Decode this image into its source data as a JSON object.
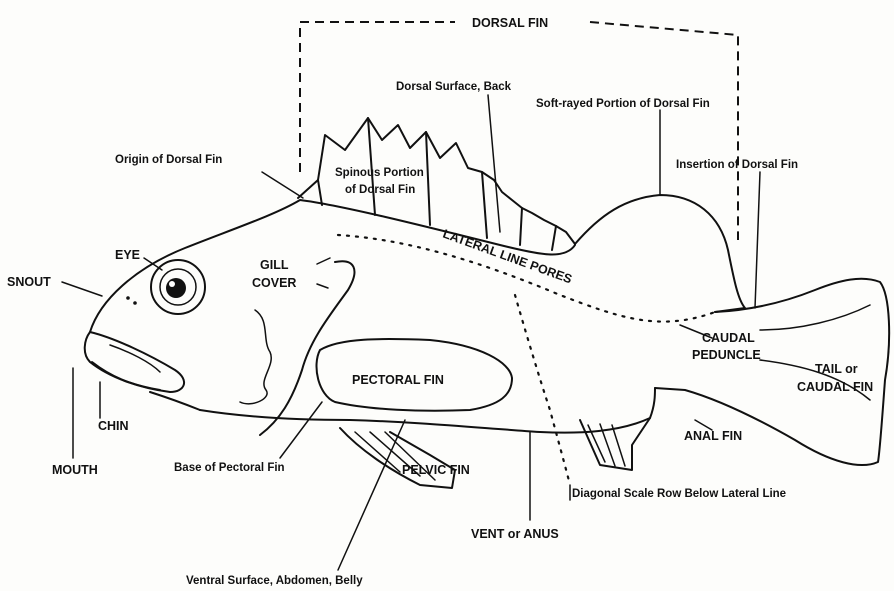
{
  "labels": {
    "dorsal_fin": "DORSAL FIN",
    "dorsal_surface": "Dorsal Surface, Back",
    "soft_rayed": "Soft-rayed Portion of Dorsal Fin",
    "insertion": "Insertion of Dorsal Fin",
    "origin": "Origin of Dorsal Fin",
    "spinous_1": "Spinous Portion",
    "spinous_2": "of Dorsal Fin",
    "eye": "EYE",
    "snout": "SNOUT",
    "gill_1": "GILL",
    "gill_2": "COVER",
    "lateral": "LATERAL LINE PORES",
    "caudal_ped_1": "CAUDAL",
    "caudal_ped_2": "PEDUNCLE",
    "tail_1": "TAIL or",
    "tail_2": "CAUDAL FIN",
    "pectoral": "PECTORAL FIN",
    "chin": "CHIN",
    "mouth": "MOUTH",
    "base_pectoral": "Base of Pectoral Fin",
    "pelvic": "PELVIC FIN",
    "anal": "ANAL FIN",
    "diagonal": "Diagonal Scale Row Below Lateral Line",
    "vent": "VENT or ANUS",
    "ventral": "Ventral Surface, Abdomen, Belly"
  }
}
